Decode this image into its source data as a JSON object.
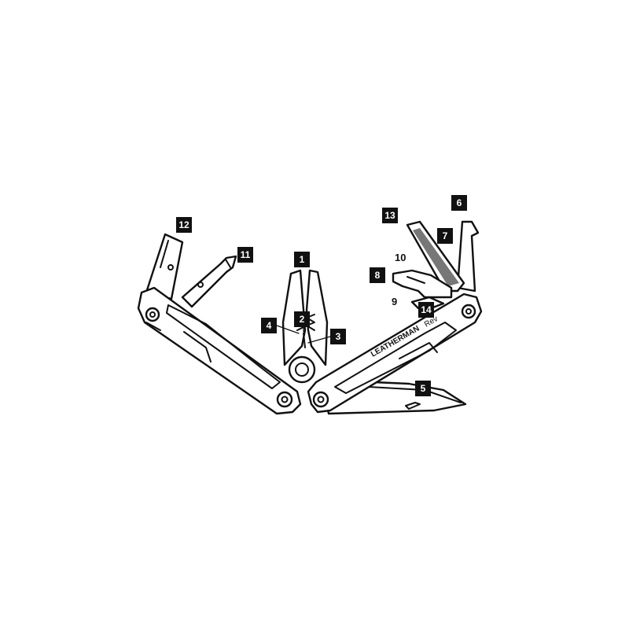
{
  "diagram": {
    "brand_text": "LEATHERMAN",
    "model_text": "Rev",
    "colors": {
      "ink": "#111111",
      "paper": "#ffffff",
      "file_shade": "#777777"
    },
    "callouts": [
      {
        "id": "1",
        "label": "1",
        "style": "box"
      },
      {
        "id": "2",
        "label": "2",
        "style": "box"
      },
      {
        "id": "3",
        "label": "3",
        "style": "box"
      },
      {
        "id": "4",
        "label": "4",
        "style": "box"
      },
      {
        "id": "5",
        "label": "5",
        "style": "box"
      },
      {
        "id": "6",
        "label": "6",
        "style": "box"
      },
      {
        "id": "7",
        "label": "7",
        "style": "box"
      },
      {
        "id": "8",
        "label": "8",
        "style": "box"
      },
      {
        "id": "9",
        "label": "9",
        "style": "box"
      },
      {
        "id": "10",
        "label": "10",
        "style": "box"
      },
      {
        "id": "11",
        "label": "11",
        "style": "box"
      },
      {
        "id": "12",
        "label": "12",
        "style": "box"
      },
      {
        "id": "13",
        "label": "13",
        "style": "box"
      },
      {
        "id": "14",
        "label": "14",
        "style": "box"
      }
    ]
  }
}
